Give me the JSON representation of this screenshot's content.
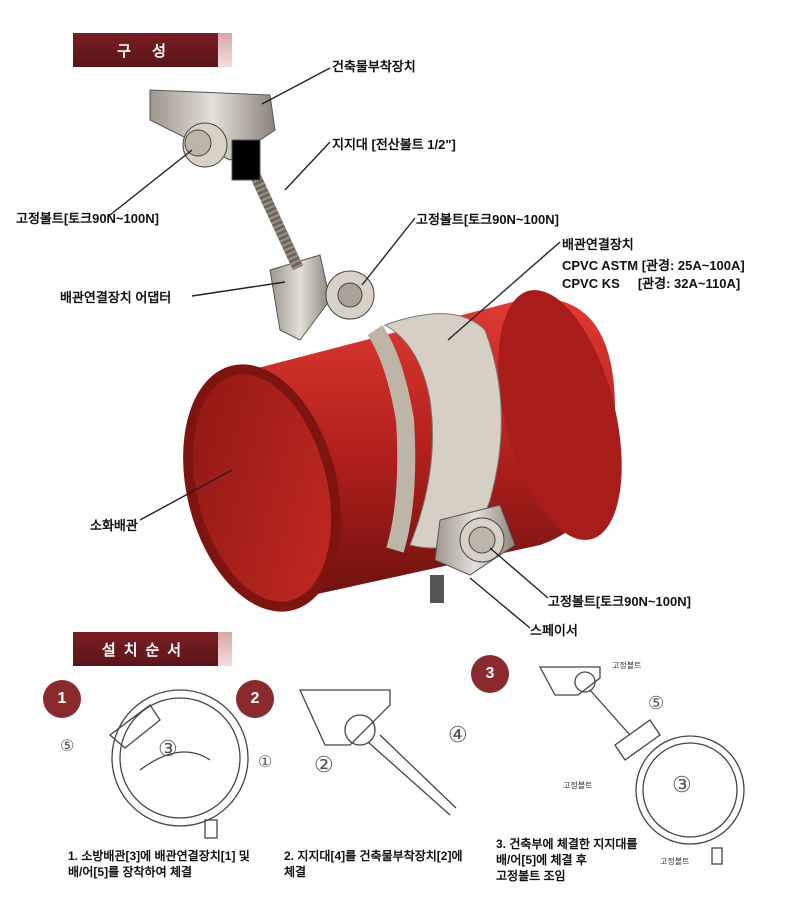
{
  "headers": {
    "composition": "구 성",
    "install_order": "설치순서"
  },
  "labels": {
    "building_mount": "건축물부착장치",
    "hanger_rod": "지지대 [전산볼트 1/2\"]",
    "fix_bolt_top": "고정볼트[토크90N~100N]",
    "fix_bolt_mid": "고정볼트[토크90N~100N]",
    "pipe_connector": "배관연결장치",
    "cpvc_astm": "CPVC ASTM [관경: 25A~100A]",
    "cpvc_ks": "CPVC KS     [관경: 32A~110A]",
    "connector_adapter": "배관연결장치 어댑터",
    "fire_pipe": "소화배관",
    "fix_bolt_bottom": "고정볼트[토크90N~100N]",
    "spacer": "스페이서"
  },
  "steps": [
    {
      "number": "1",
      "text_line1": "1. 소방배관[3]에 배관연결장치[1] 및",
      "text_line2": "배/어[5]를 장착하여 체결"
    },
    {
      "number": "2",
      "text_line1": "2. 지지대[4]를 건축물부착장치[2]에",
      "text_line2": "체결"
    },
    {
      "number": "3",
      "text_line1": "3. 건축부에 체결한 지지대를",
      "text_line2": "배/어[5]에 체결 후",
      "text_line3": "고정볼트 조임"
    }
  ],
  "callouts": {
    "c1": "①",
    "c2": "②",
    "c3": "③",
    "c4": "④",
    "c5": "⑤",
    "s3_bolt_top": "고정볼트",
    "s3_bolt_mid": "고정볼트",
    "s3_bolt_bot": "고정볼트"
  },
  "colors": {
    "header": "#7a1f24",
    "step_circle": "#8b2a2d",
    "pipe": "#b3201c",
    "band": "#d6d0c4"
  }
}
